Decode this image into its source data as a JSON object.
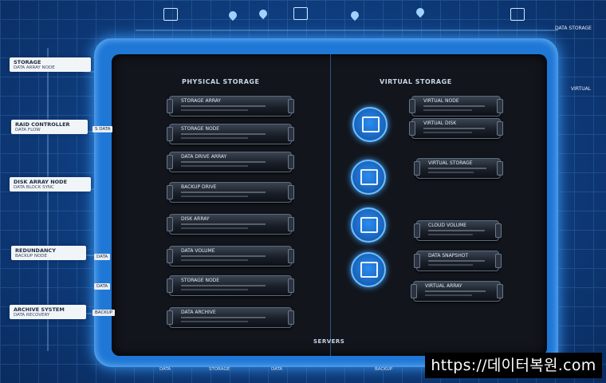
{
  "left_title": "PHYSICAL STORAGE",
  "right_title": "VIRTUAL STORAGE",
  "bottom_label": "SERVERS",
  "left_cards": [
    {
      "title": "STORAGE",
      "sub": "DATA ARRAY NODE"
    },
    {
      "title": "RAID CONTROLLER",
      "sub": "DATA FLOW"
    },
    {
      "title": "DISK ARRAY NODE",
      "sub": "DATA BLOCK SYNC"
    },
    {
      "title": "REDUNDANCY",
      "sub": "BACKUP NODE"
    },
    {
      "title": "ARCHIVE SYSTEM",
      "sub": "DATA RECOVERY"
    }
  ],
  "left_tags": [
    "S DATA",
    "DATA",
    "BACKUP",
    "DATA"
  ],
  "left_racks": [
    "STORAGE ARRAY",
    "STORAGE NODE",
    "DATA DRIVE ARRAY",
    "BACKUP DRIVE",
    "DISK ARRAY",
    "DATA VOLUME",
    "STORAGE NODE",
    "DATA ARCHIVE"
  ],
  "right_racks": [
    "VIRTUAL NODE",
    "VIRTUAL DISK",
    "VIRTUAL STORAGE",
    "CLOUD VOLUME",
    "DATA SNAPSHOT",
    "VIRTUAL ARRAY"
  ],
  "right_side_texts": [
    "DATA STORAGE",
    "VIRTUAL"
  ],
  "bottom_texts": [
    "DATA",
    "STORAGE",
    "DATA",
    "BACKUP"
  ],
  "watermark": "https://데이터복원.com"
}
